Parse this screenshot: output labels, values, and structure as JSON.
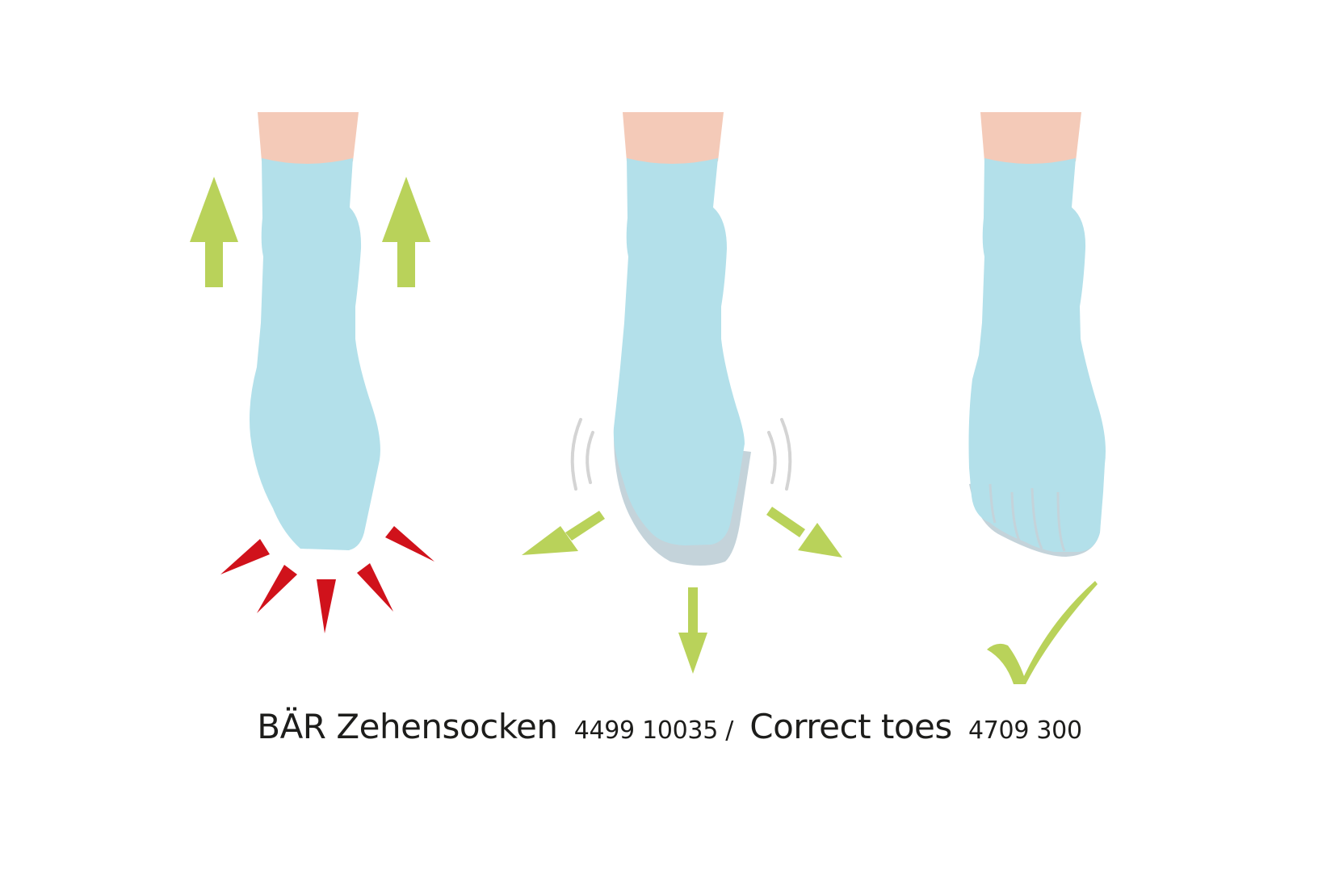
{
  "caption": {
    "product_1": "BÄR Zehensocken",
    "code_1": "4499 10035 /",
    "product_2": "Correct toes",
    "code_2": "4709 300"
  },
  "colors": {
    "skin": "#f4cab8",
    "sock": "#b3e0ea",
    "sock_shadow": "#c4d3da",
    "arrow_green": "#b9d25a",
    "alert_red": "#d0121b",
    "motion_lines": "#d4d4d4",
    "text": "#1d1d1b"
  },
  "panels": [
    {
      "name": "standard-sock-squeezed",
      "icons": [
        "up-arrow-icon",
        "up-arrow-icon",
        "pressure-spike-icon"
      ]
    },
    {
      "name": "standard-sock-slipping",
      "icons": [
        "motion-lines-icon",
        "down-left-arrow-icon",
        "down-arrow-icon",
        "down-right-arrow-icon"
      ]
    },
    {
      "name": "toe-sock-correct",
      "icons": [
        "checkmark-icon"
      ]
    }
  ]
}
